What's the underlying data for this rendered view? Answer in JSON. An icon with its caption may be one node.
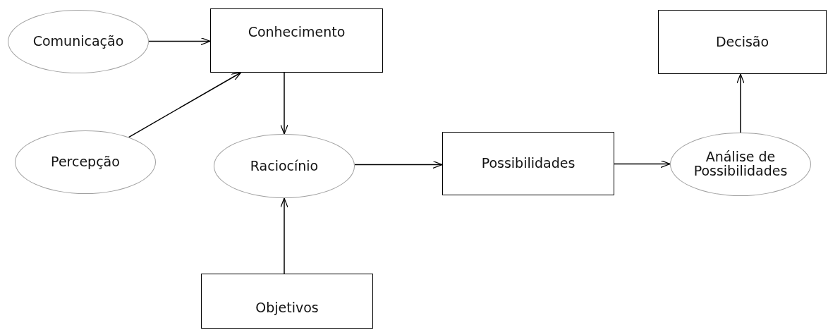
{
  "diagram": {
    "nodes": [
      {
        "text": [
          "Comunicação"
        ]
      },
      {
        "text": [
          "Conhecimento"
        ]
      },
      {
        "text": [
          "Decisão"
        ]
      },
      {
        "text": [
          "Percepção"
        ]
      },
      {
        "text": [
          "Raciocínio"
        ]
      },
      {
        "text": [
          "Possibilidades"
        ]
      },
      {
        "text": [
          "Análise de Possibilidades"
        ]
      },
      {
        "text": [
          "Objetivos"
        ]
      }
    ],
    "edges": [
      {
        "from": 0,
        "to": 1,
        "arrow": "to"
      },
      {
        "from": 3,
        "to": 1,
        "arrow": "to"
      },
      {
        "from": 1,
        "to": 4,
        "arrow": "to"
      },
      {
        "from": 7,
        "to": 4,
        "arrow": "to"
      },
      {
        "from": 4,
        "to": 5,
        "arrow": "to"
      },
      {
        "from": 5,
        "to": 6,
        "arrow": "to"
      },
      {
        "from": 6,
        "to": 2,
        "arrow": "to"
      }
    ]
  }
}
